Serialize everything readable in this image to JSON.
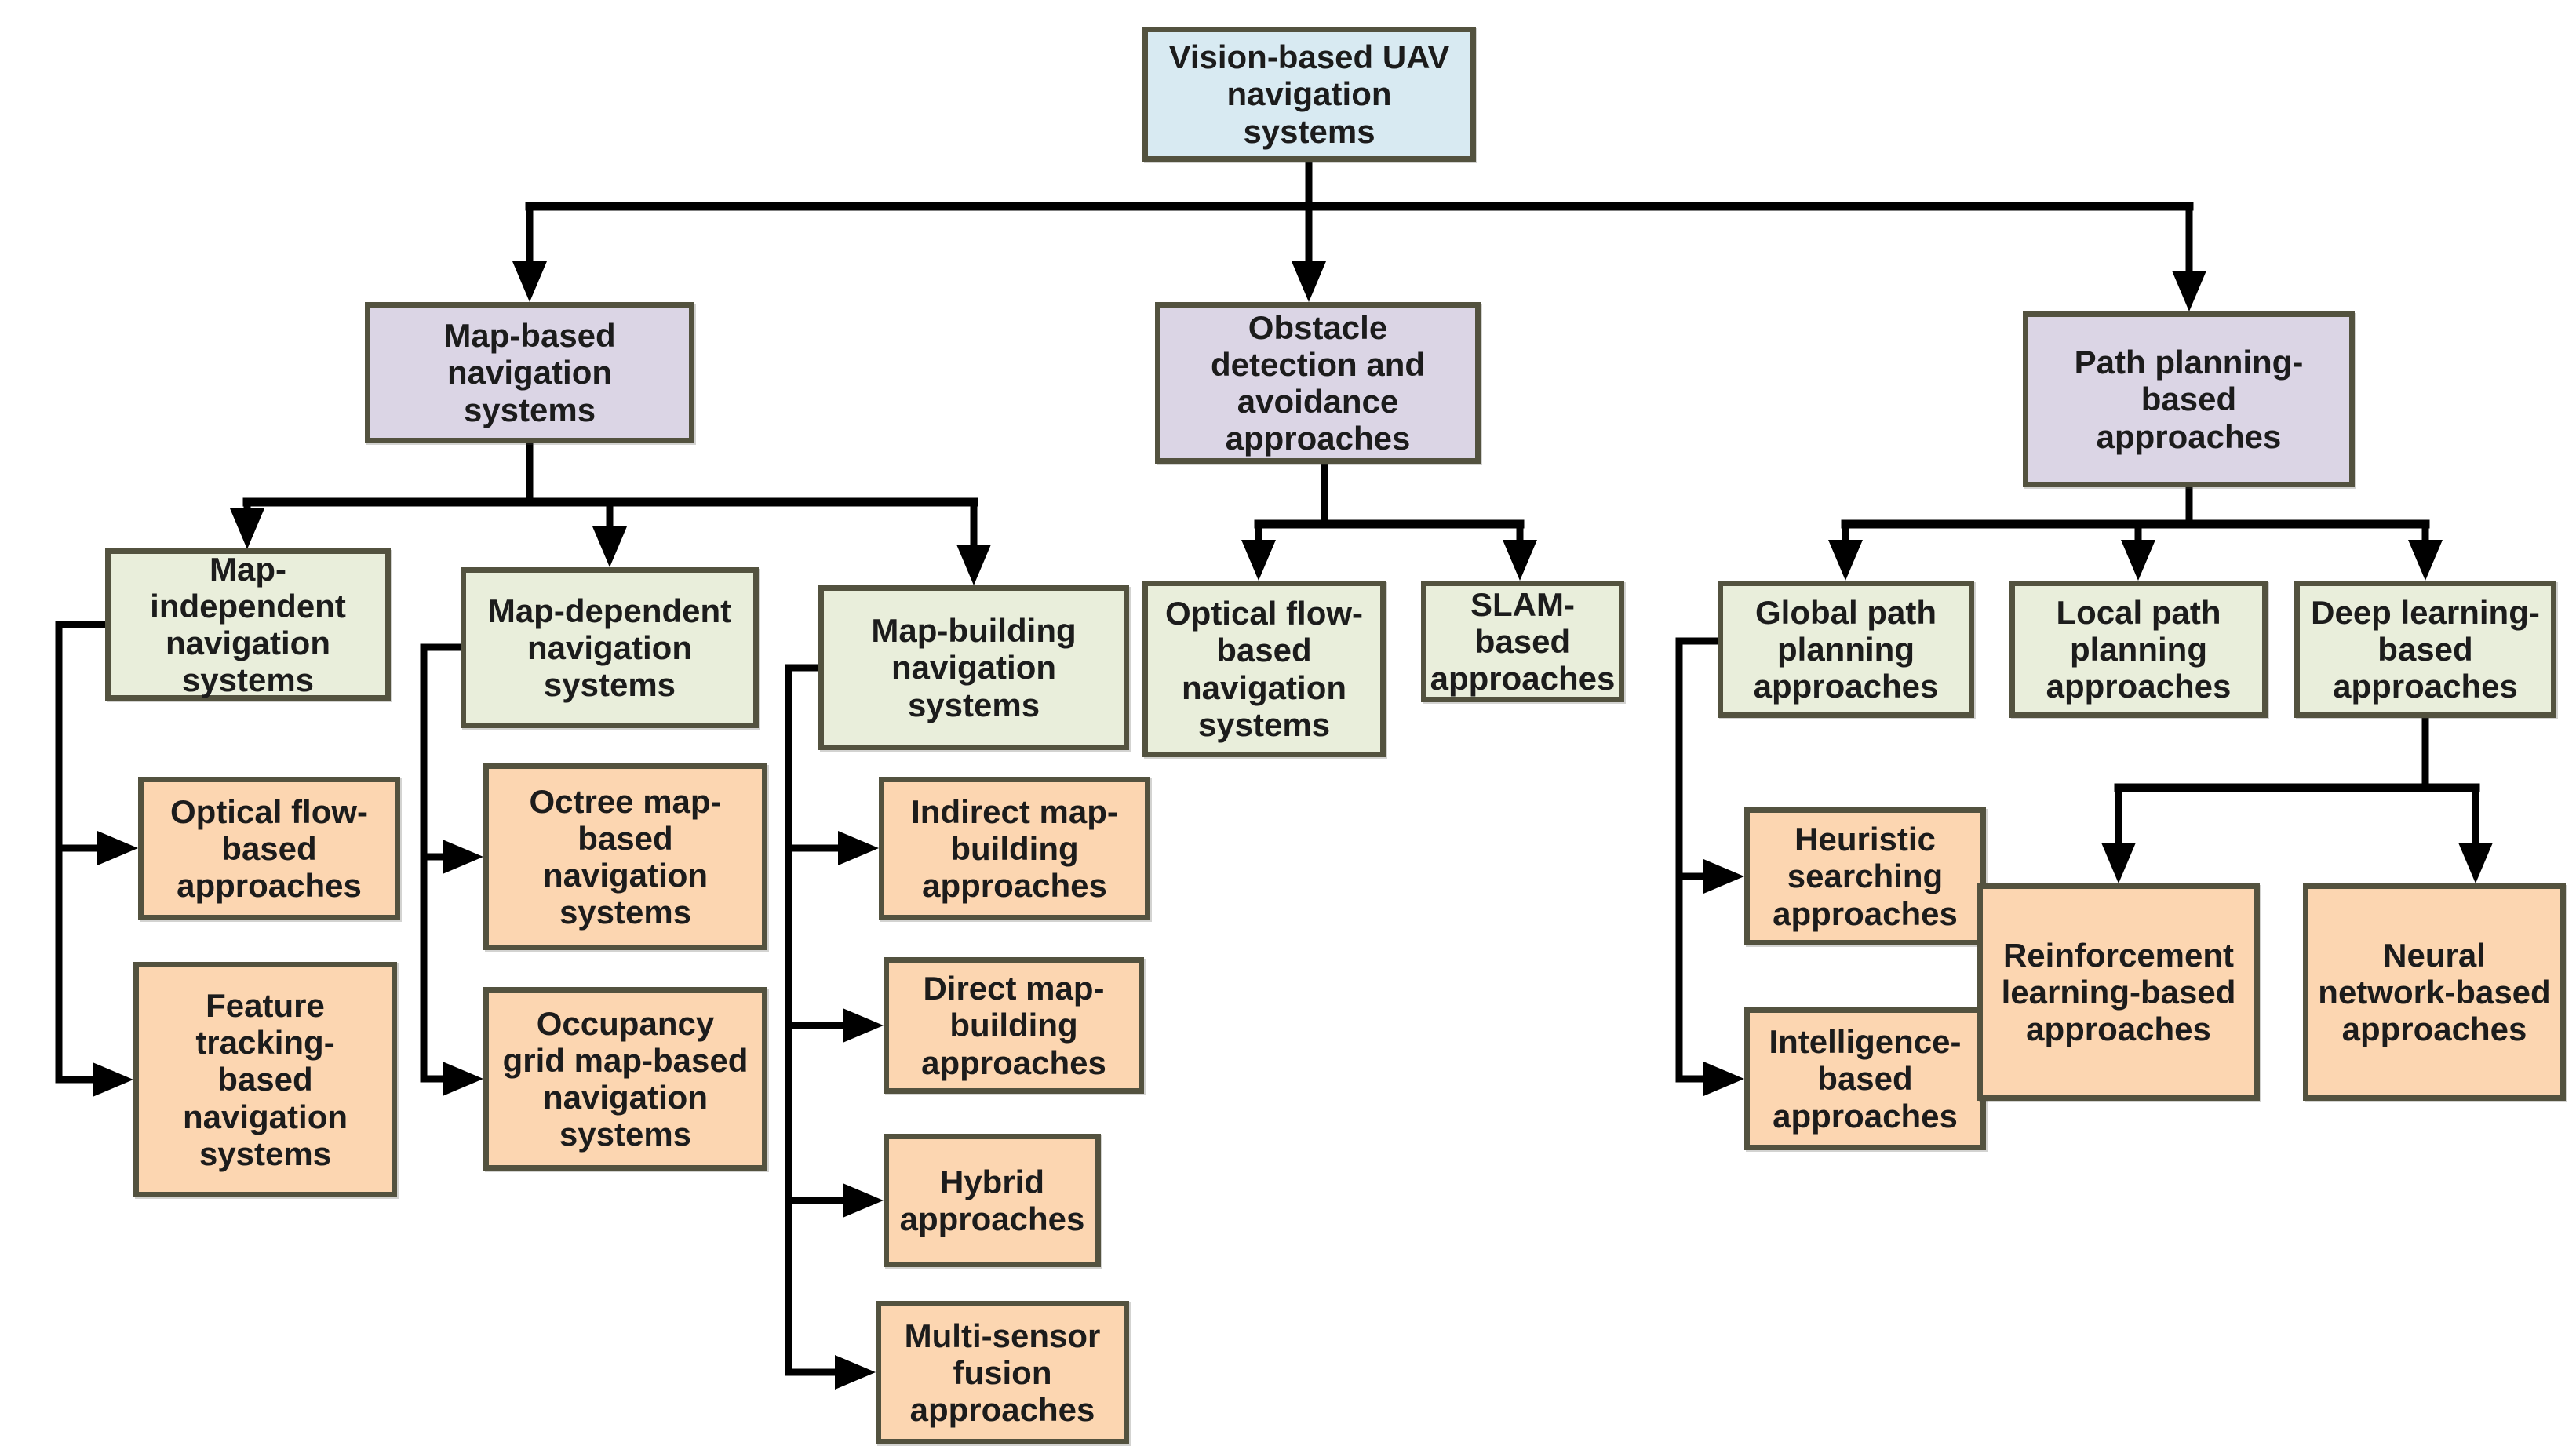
{
  "colors": {
    "root_fill": "#d8eaf2",
    "level2_fill": "#dbd5e5",
    "level3_fill": "#e9eedb",
    "level4_fill": "#fcd6b1",
    "border": "#53523f",
    "line": "#000000"
  },
  "nodes": {
    "root": {
      "label": "Vision-based UAV\nnavigation\nsystems"
    },
    "map_based": {
      "label": "Map-based\nnavigation\nsystems"
    },
    "obstacle": {
      "label": "Obstacle\ndetection and\navoidance\napproaches"
    },
    "path_planning": {
      "label": "Path planning-\nbased\napproaches"
    },
    "map_independent": {
      "label": "Map-\nindependent\nnavigation\nsystems"
    },
    "map_dependent": {
      "label": "Map-dependent\nnavigation\nsystems"
    },
    "map_building": {
      "label": "Map-building\nnavigation\nsystems"
    },
    "optical_flow_nav": {
      "label": "Optical flow-\nbased\nnavigation\nsystems"
    },
    "slam": {
      "label": "SLAM-\nbased\napproaches"
    },
    "global_path": {
      "label": "Global path\nplanning\napproaches"
    },
    "local_path": {
      "label": "Local path\nplanning\napproaches"
    },
    "deep_learning": {
      "label": "Deep learning-\nbased\napproaches"
    },
    "optical_flow_appr": {
      "label": "Optical flow-\nbased\napproaches"
    },
    "feature_tracking": {
      "label": "Feature\ntracking-\nbased\nnavigation\nsystems"
    },
    "octree": {
      "label": "Octree map-\nbased\nnavigation\nsystems"
    },
    "occupancy": {
      "label": "Occupancy\ngrid map-based\nnavigation\nsystems"
    },
    "indirect": {
      "label": "Indirect map-\nbuilding\napproaches"
    },
    "direct": {
      "label": "Direct map-\nbuilding\napproaches"
    },
    "hybrid": {
      "label": "Hybrid\napproaches"
    },
    "multi_sensor": {
      "label": "Multi-sensor\nfusion\napproaches"
    },
    "heuristic": {
      "label": "Heuristic\nsearching\napproaches"
    },
    "intelligence": {
      "label": "Intelligence-\nbased\napproaches"
    },
    "reinforcement": {
      "label": "Reinforcement\nlearning-based\napproaches"
    },
    "neural": {
      "label": "Neural\nnetwork-based\napproaches"
    }
  }
}
